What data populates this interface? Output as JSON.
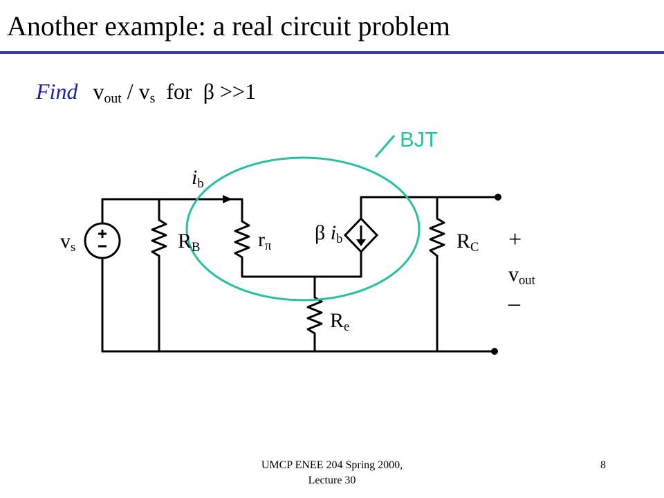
{
  "slide": {
    "title": "Another example: a real circuit problem",
    "accent_color": "#3a3c98"
  },
  "problem": {
    "find": "Find",
    "v": "v",
    "out": "out",
    "slash": " / v",
    "s": "s",
    "for_text": "  for  β >>1",
    "find_color": "#1e22a8"
  },
  "circuit": {
    "bjt_label": "BJT",
    "bjt_color": "#27c0a0",
    "ib_italic": "i",
    "ib_sub": "b",
    "vs_main": "v",
    "vs_sub": "s",
    "rb_main": "R",
    "rb_sub": "B",
    "rpi_main": "r",
    "rpi_sub": "π",
    "beta": "β ",
    "dep_i": "i",
    "dep_sub": "b",
    "rc_main": "R",
    "rc_sub": "C",
    "re_main": "R",
    "re_sub": "e",
    "plus": "+",
    "vout_main": "v",
    "vout_sub": "out",
    "minus": "–"
  },
  "footer": {
    "line1": "UMCP ENEE 204 Spring 2000,",
    "line2": "Lecture 30",
    "page": "8"
  }
}
